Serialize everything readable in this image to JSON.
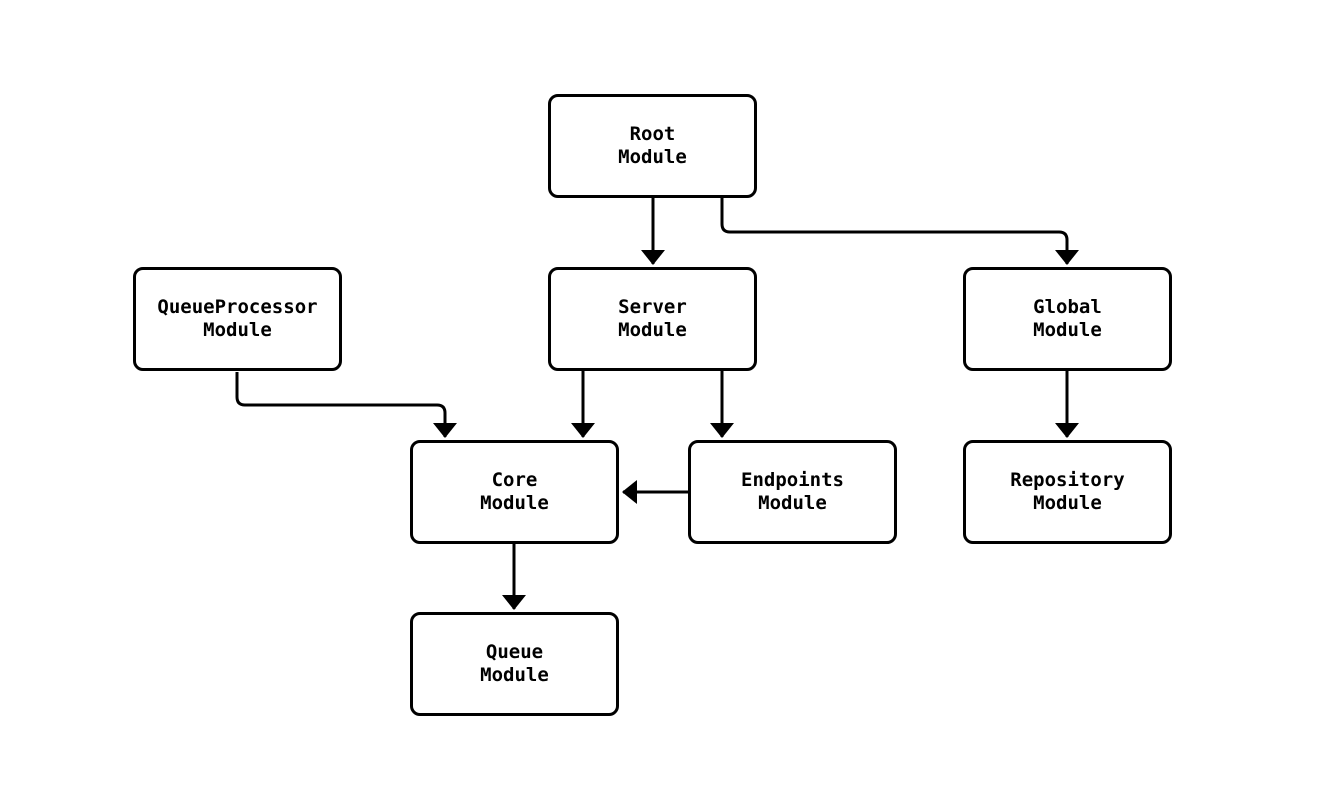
{
  "diagram": {
    "type": "flowchart",
    "orientation": "top-down",
    "background_color": "#ffffff",
    "node_fill_color": "#ffffff",
    "node_border_color": "#000000",
    "edge_color": "#000000",
    "text_color": "#000000",
    "nodes": [
      {
        "id": "root",
        "line1": "Root",
        "line2": "Module"
      },
      {
        "id": "queueprocessor",
        "line1": "QueueProcessor",
        "line2": "Module"
      },
      {
        "id": "server",
        "line1": "Server",
        "line2": "Module"
      },
      {
        "id": "global",
        "line1": "Global",
        "line2": "Module"
      },
      {
        "id": "core",
        "line1": "Core",
        "line2": "Module"
      },
      {
        "id": "endpoints",
        "line1": "Endpoints",
        "line2": "Module"
      },
      {
        "id": "repository",
        "line1": "Repository",
        "line2": "Module"
      },
      {
        "id": "queue",
        "line1": "Queue",
        "line2": "Module"
      }
    ],
    "edges": [
      {
        "from": "root",
        "to": "server"
      },
      {
        "from": "root",
        "to": "global"
      },
      {
        "from": "queueprocessor",
        "to": "core"
      },
      {
        "from": "server",
        "to": "core"
      },
      {
        "from": "server",
        "to": "endpoints"
      },
      {
        "from": "endpoints",
        "to": "core"
      },
      {
        "from": "global",
        "to": "repository"
      },
      {
        "from": "core",
        "to": "queue"
      }
    ]
  }
}
